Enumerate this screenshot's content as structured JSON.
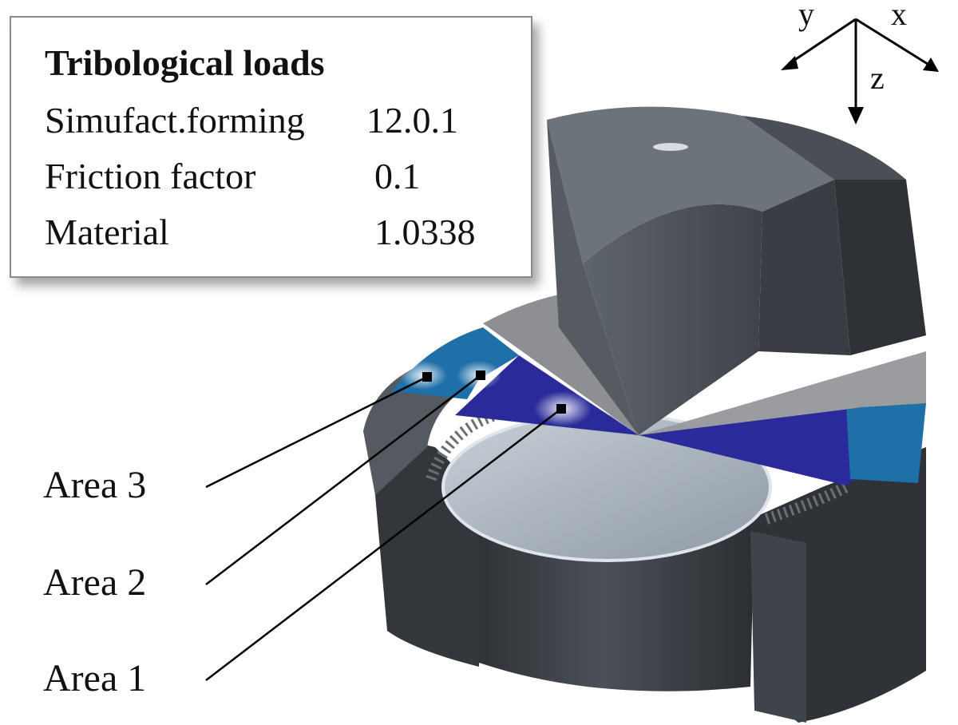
{
  "info_box": {
    "title": "Tribological loads",
    "rows": [
      {
        "label": "Simufact.forming",
        "value": "12.0.1"
      },
      {
        "label": "Friction factor",
        "value": "0.1"
      },
      {
        "label": "Material",
        "value": "1.0338"
      }
    ]
  },
  "axes": {
    "x": "x",
    "y": "y",
    "z": "z"
  },
  "areas": [
    "Area 3",
    "Area 2",
    "Area 1"
  ],
  "colors": {
    "die_dark": "#3a3e44",
    "die_mid": "#50555c",
    "punch_top": "#6d737b",
    "sheet_grey": "#8d8f92",
    "contact_blue": "#2a2a9a",
    "contact_light": "#1f6fa8",
    "cup_face": "#a9b4c0"
  }
}
